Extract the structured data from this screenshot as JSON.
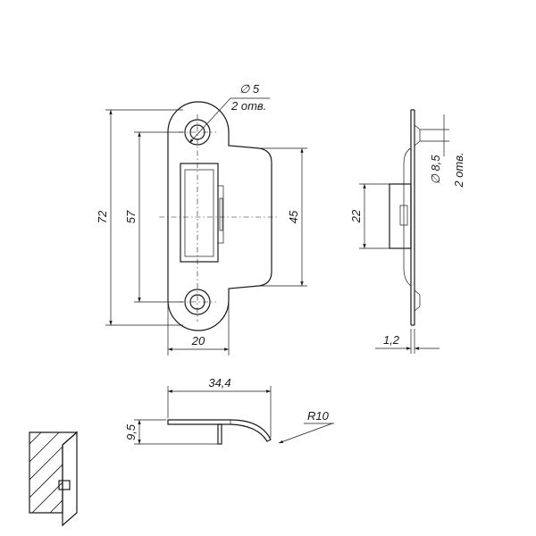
{
  "dimensions": {
    "hole_diameter": "∅ 5",
    "hole_count": "2 отв.",
    "height_total": "72",
    "hole_spacing": "57",
    "window_height": "45",
    "plate_width": "20",
    "side_hole_diameter": "∅ 8,5",
    "side_hole_count": "2 отв.",
    "tab_height": "22",
    "plate_thickness": "1,2",
    "tab_length": "34,4",
    "lip_height": "9,5",
    "radius": "R10"
  }
}
